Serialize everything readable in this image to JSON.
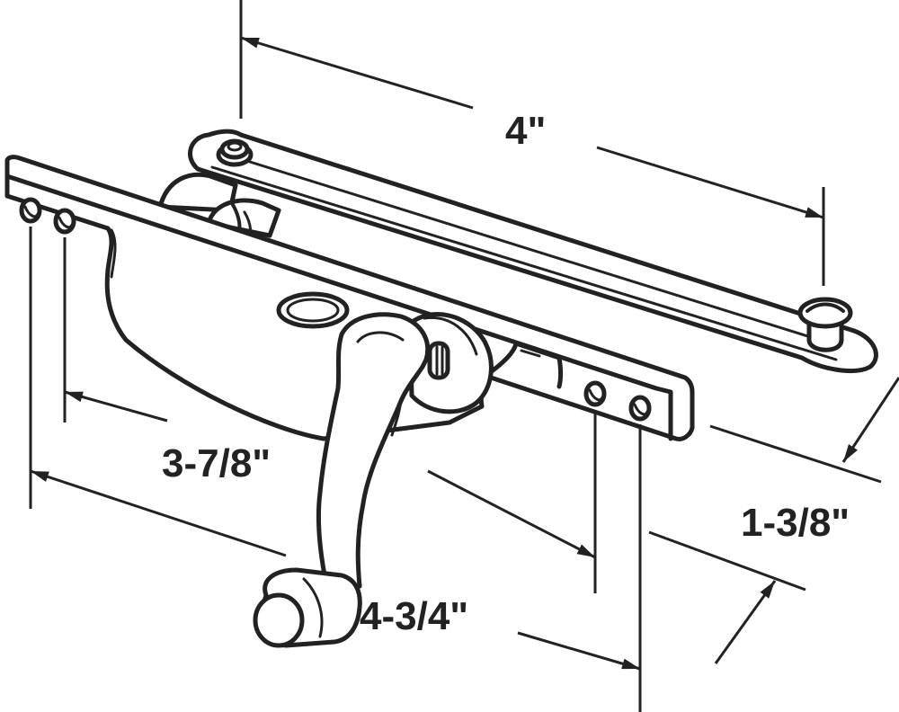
{
  "dimensions": {
    "arm_length": "4\"",
    "mount_hole_spacing": "3-7/8\"",
    "overall_length": "4-3/4\"",
    "width": "1-3/8\""
  },
  "colors": {
    "ink": "#222222",
    "fill": "#ffffff"
  }
}
